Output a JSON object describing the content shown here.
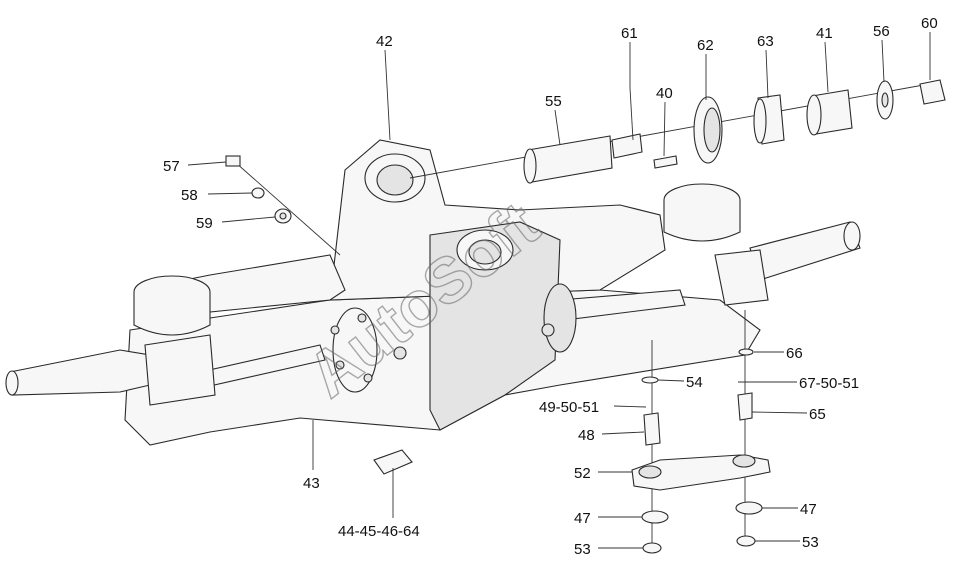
{
  "watermark": "AutoSoft",
  "labels": {
    "l42": "42",
    "l61": "61",
    "l62": "62",
    "l63": "63",
    "l41": "41",
    "l56": "56",
    "l60": "60",
    "l55": "55",
    "l40": "40",
    "l57": "57",
    "l58": "58",
    "l59": "59",
    "l66": "66",
    "l54": "54",
    "l67_50_51": "67-50-51",
    "l49_50_51": "49-50-51",
    "l65": "65",
    "l48": "48",
    "l52": "52",
    "l43": "43",
    "l44_45_46_64": "44-45-46-64",
    "l47a": "47",
    "l47b": "47",
    "l53a": "53",
    "l53b": "53"
  }
}
